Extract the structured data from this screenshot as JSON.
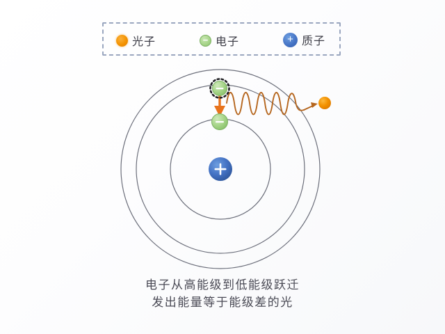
{
  "legend": {
    "items": [
      {
        "label": "光子",
        "icon": "photon-dot-icon",
        "color": "#f39200",
        "sign": ""
      },
      {
        "label": "电子",
        "icon": "electron-dot-icon",
        "color": "#a8d58b",
        "sign": "−"
      },
      {
        "label": "质子",
        "icon": "proton-dot-icon",
        "color": "#4472c4",
        "sign": "+"
      }
    ]
  },
  "diagram": {
    "nucleus": {
      "particle": "proton",
      "sign": "+",
      "color": "#4472c4"
    },
    "electron_excited": {
      "sign": "−",
      "color": "#a8d58b",
      "state": "high-energy-level"
    },
    "electron_ground": {
      "sign": "−",
      "color": "#a8d58b",
      "state": "low-energy-level"
    },
    "transition_arrow": {
      "color": "#e8731c",
      "direction": "down"
    },
    "photon_wave": {
      "color": "#b5651d",
      "cycles": 6
    },
    "photon_emitted": {
      "color": "#f39200"
    },
    "orbits": {
      "count": 3,
      "color": "#6b6e7a"
    }
  },
  "caption": {
    "line1": "电子从高能级到低能级跃迁",
    "line2": "发出能量等于能级差的光"
  }
}
